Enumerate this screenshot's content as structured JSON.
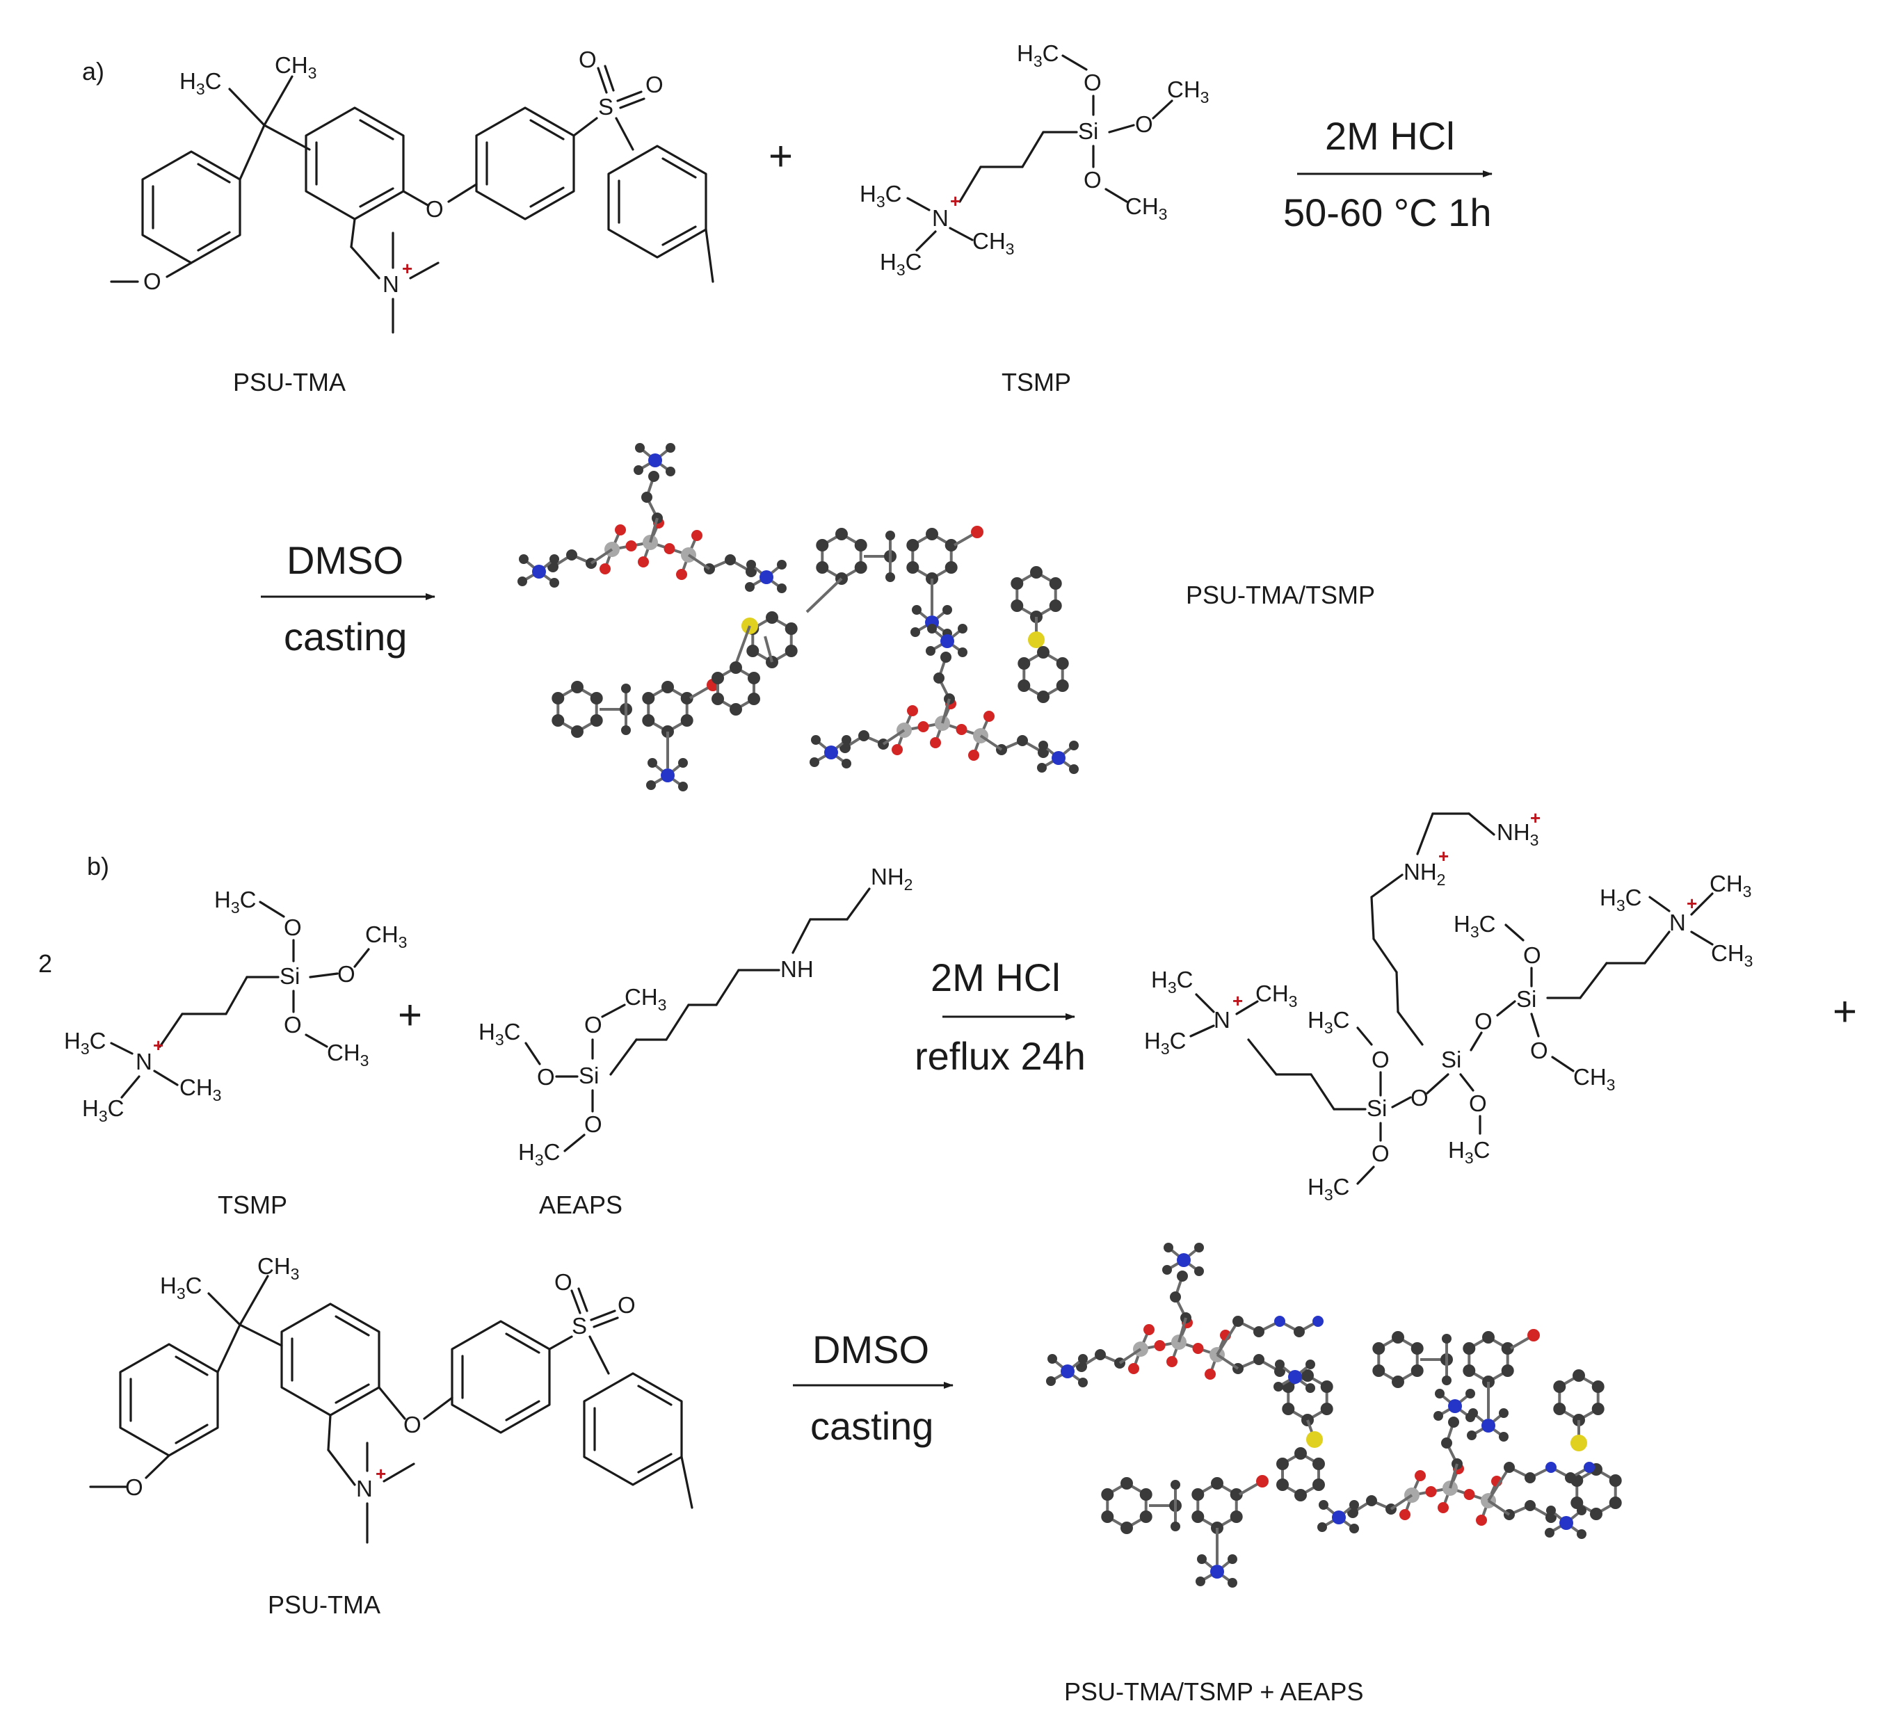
{
  "panels": {
    "a": "a)",
    "b": "b)"
  },
  "stoichiometry": {
    "tsmp_coefficient": "2"
  },
  "reaction_a": {
    "reactant1_label": "PSU-TMA",
    "reactant2_label": "TSMP",
    "step1_top": "2M HCl",
    "step1_bottom": "50-60 °C 1h",
    "step2_top": "DMSO",
    "step2_bottom": "casting",
    "product_label": "PSU-TMA/TSMP"
  },
  "reaction_b": {
    "reactant1_label": "TSMP",
    "reactant2_label": "AEAPS",
    "step1_top": "2M HCl",
    "step1_bottom": "reflux 24h",
    "reactant3_label": "PSU-TMA",
    "step2_top": "DMSO",
    "step2_bottom": "casting",
    "product_label": "PSU-TMA/TSMP + AEAPS"
  },
  "atom_labels": {
    "ch3": "CH3",
    "h3c": "H3C",
    "o": "O",
    "s": "S",
    "si": "Si",
    "n": "N",
    "nh": "NH",
    "nh2": "NH2",
    "nh2_plus": "NH2+",
    "nh3_plus": "NH3+",
    "charge": "+"
  },
  "colors": {
    "carbon": "#3a3a3a",
    "oxygen": "#d42525",
    "silicon": "#a8a8a8",
    "nitrogen": "#2535c8",
    "sulfur": "#e0d020",
    "charge": "#c0141c"
  }
}
